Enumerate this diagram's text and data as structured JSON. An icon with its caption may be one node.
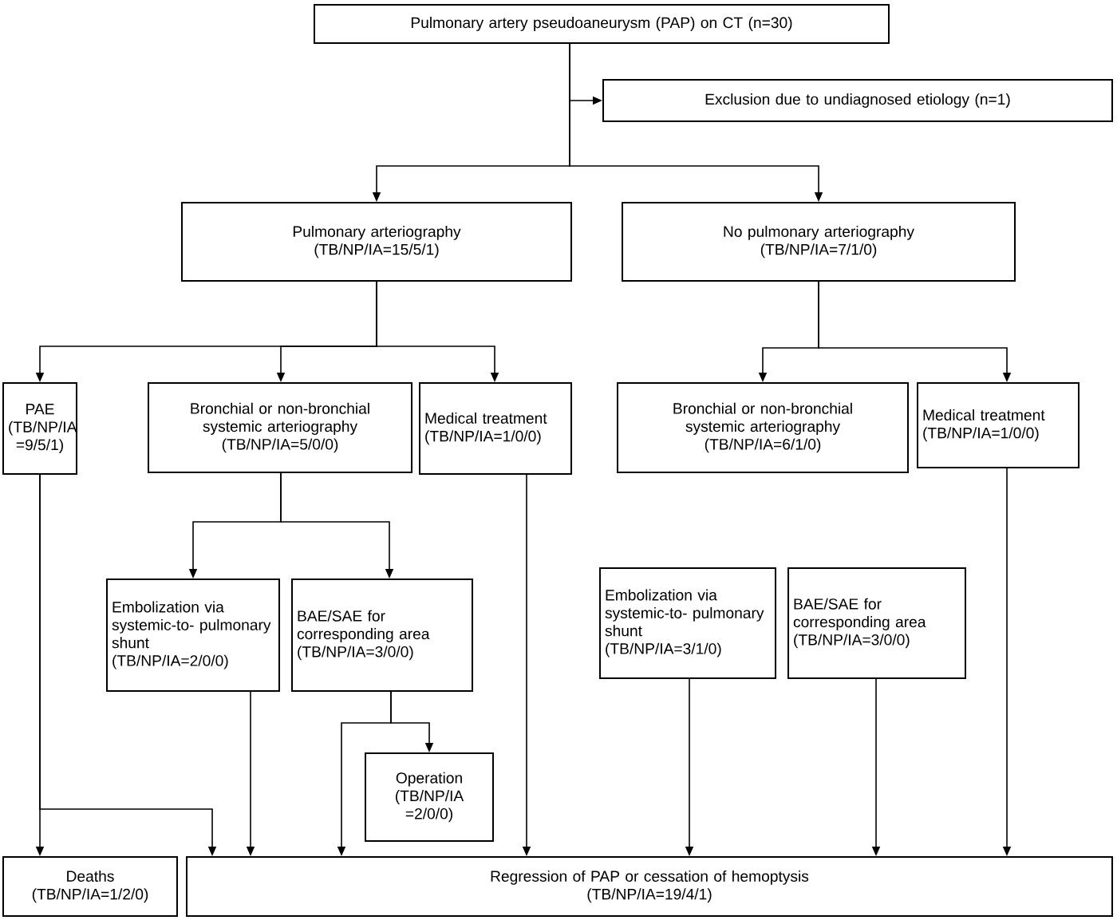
{
  "diagram": {
    "nodes": [
      {
        "text": [
          "Pulmonary artery pseudoaneurysm (PAP) on CT (n=30)"
        ]
      },
      {
        "text": [
          "Exclusion due to undiagnosed etiology (n=1)"
        ]
      },
      {
        "text": [
          "Pulmonary arteriography",
          "(TB/NP/IA=15/5/1)"
        ]
      },
      {
        "text": [
          "No pulmonary arteriography",
          "(TB/NP/IA=7/1/0)"
        ]
      },
      {
        "text": [
          "PAE",
          "(TB/NP/IA =9/5/1)"
        ]
      },
      {
        "text": [
          "Bronchial or non-bronchial systemic arteriography",
          "(TB/NP/IA=5/0/0)"
        ]
      },
      {
        "text": [
          "Medical treatment",
          "(TB/NP/IA=1/0/0)"
        ]
      },
      {
        "text": [
          "Bronchial or non-bronchial systemic arteriography",
          "(TB/NP/IA=6/1/0)"
        ]
      },
      {
        "text": [
          "Medical treatment",
          "(TB/NP/IA=1/0/0)"
        ]
      },
      {
        "text": [
          "Embolization via systemic-to- pulmonary shunt",
          "(TB/NP/IA=2/0/0)"
        ]
      },
      {
        "text": [
          "BAE/SAE for corresponding area",
          "(TB/NP/IA=3/0/0)"
        ]
      },
      {
        "text": [
          "Operation",
          "(TB/NP/IA =2/0/0)"
        ]
      },
      {
        "text": [
          "Embolization via systemic-to- pulmonary shunt",
          "(TB/NP/IA=3/1/0)"
        ]
      },
      {
        "text": [
          "BAE/SAE for corresponding area",
          "(TB/NP/IA=3/0/0)"
        ]
      },
      {
        "text": [
          "Deaths",
          "(TB/NP/IA=1/2/0)"
        ]
      },
      {
        "text": [
          "Regression of PAP or cessation of hemoptysis",
          "(TB/NP/IA=19/4/1)"
        ]
      }
    ],
    "edges": [
      {
        "from": 0,
        "to": 1,
        "arrow": "to"
      },
      {
        "from": 0,
        "to": 2,
        "arrow": "to"
      },
      {
        "from": 0,
        "to": 3,
        "arrow": "to"
      },
      {
        "from": 2,
        "to": 4,
        "arrow": "to"
      },
      {
        "from": 2,
        "to": 5,
        "arrow": "to"
      },
      {
        "from": 2,
        "to": 6,
        "arrow": "to"
      },
      {
        "from": 3,
        "to": 7,
        "arrow": "to"
      },
      {
        "from": 3,
        "to": 8,
        "arrow": "to"
      },
      {
        "from": 5,
        "to": 9,
        "arrow": "to"
      },
      {
        "from": 5,
        "to": 10,
        "arrow": "to"
      },
      {
        "from": 10,
        "to": 11,
        "arrow": "to"
      },
      {
        "from": 10,
        "to": 15,
        "arrow": "to"
      },
      {
        "from": 4,
        "to": 14,
        "arrow": "to"
      },
      {
        "from": 4,
        "to": 15,
        "arrow": "to"
      },
      {
        "from": 9,
        "to": 15,
        "arrow": "to"
      },
      {
        "from": 6,
        "to": 15,
        "arrow": "to"
      },
      {
        "from": 12,
        "to": 15,
        "arrow": "to"
      },
      {
        "from": 13,
        "to": 15,
        "arrow": "to"
      },
      {
        "from": 8,
        "to": 15,
        "arrow": "to"
      }
    ]
  }
}
